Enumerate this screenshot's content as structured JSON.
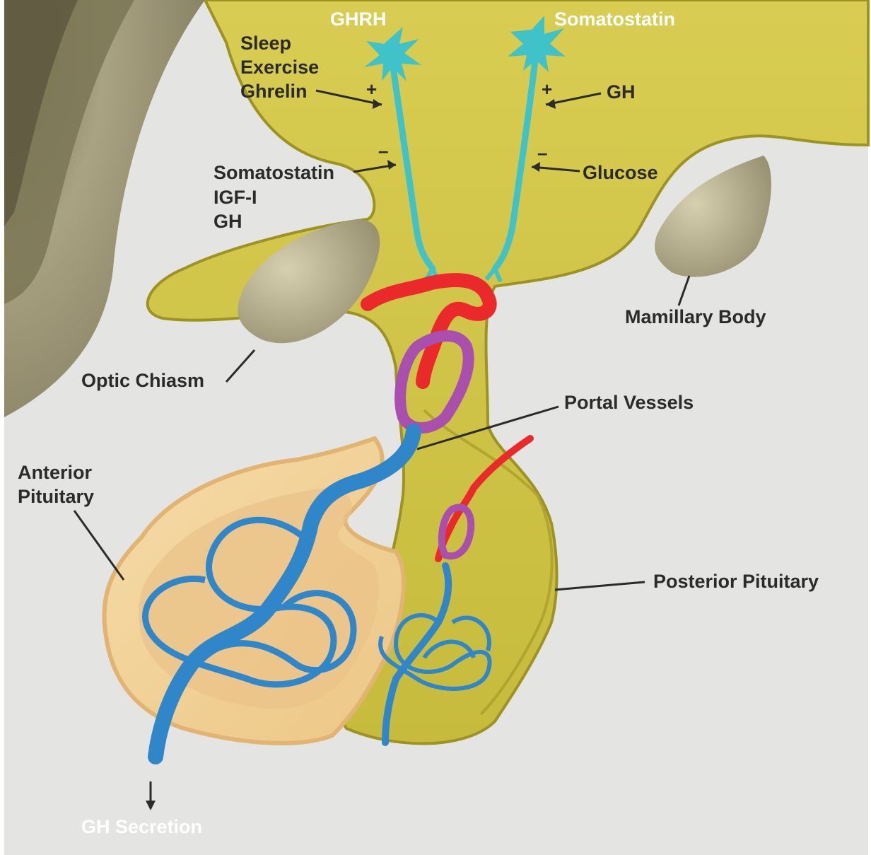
{
  "labels": {
    "ghrh": "GHRH",
    "somatostatin_top": "Somatostatin",
    "stim_left": [
      "Sleep",
      "Exercise",
      "Ghrelin"
    ],
    "inhib_left": [
      "Somatostatin",
      "IGF-I",
      "GH"
    ],
    "stim_right": "GH",
    "inhib_right": "Glucose",
    "mamillary_body": "Mamillary Body",
    "optic_chiasm": "Optic Chiasm",
    "portal_vessels": "Portal Vessels",
    "anterior_pituitary": [
      "Anterior",
      "Pituitary"
    ],
    "posterior_pituitary": "Posterior Pituitary",
    "gh_secretion": "GH Secretion",
    "plus": "+",
    "minus": "–"
  },
  "colors": {
    "background": "#e4e4e2",
    "hypothalamus": "#cfc444",
    "hypothalamus_edge": "#9c9322",
    "brain_dark": "#8a8466",
    "brain_light": "#bdb796",
    "optic_chiasm": "#aaa384",
    "anterior_pituitary": "#f1cf96",
    "neuron": "#3fc2c8",
    "artery": "#ea2a2a",
    "capillary": "#a94fae",
    "vein": "#2f86c8",
    "label_text": "#2b2b2b",
    "label_white": "#ffffff"
  }
}
